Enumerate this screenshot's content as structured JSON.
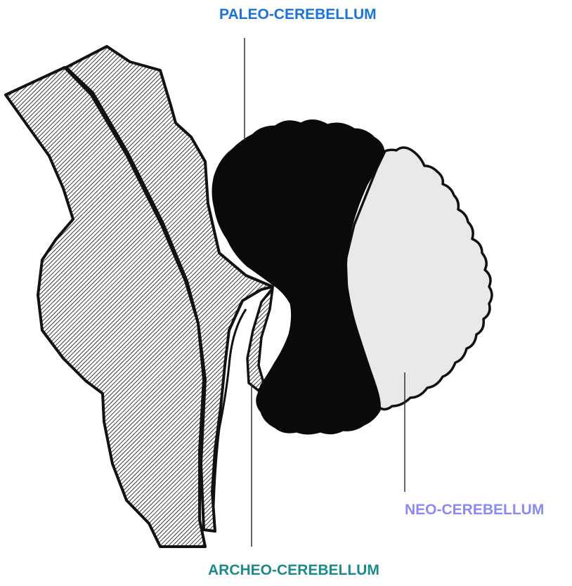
{
  "labels": {
    "paleo": "PALEO-CEREBELLUM",
    "neo": "NEO-CEREBELLUM",
    "archeo": "ARCHEO-CEREBELLUM"
  },
  "colors": {
    "paleo_label": "#1a73d9",
    "neo_label": "#8a8af0",
    "archeo_label": "#1d8a8a",
    "paleo_region": "#0a0a0a",
    "neo_region": "#e9e9e9",
    "brainstem_hatch": "#1a1a1a",
    "background": "#ffffff"
  },
  "regions": {
    "paleo": "paleo-cerebellum",
    "neo": "neo-cerebellum",
    "archeo": "archeo-cerebellum"
  }
}
